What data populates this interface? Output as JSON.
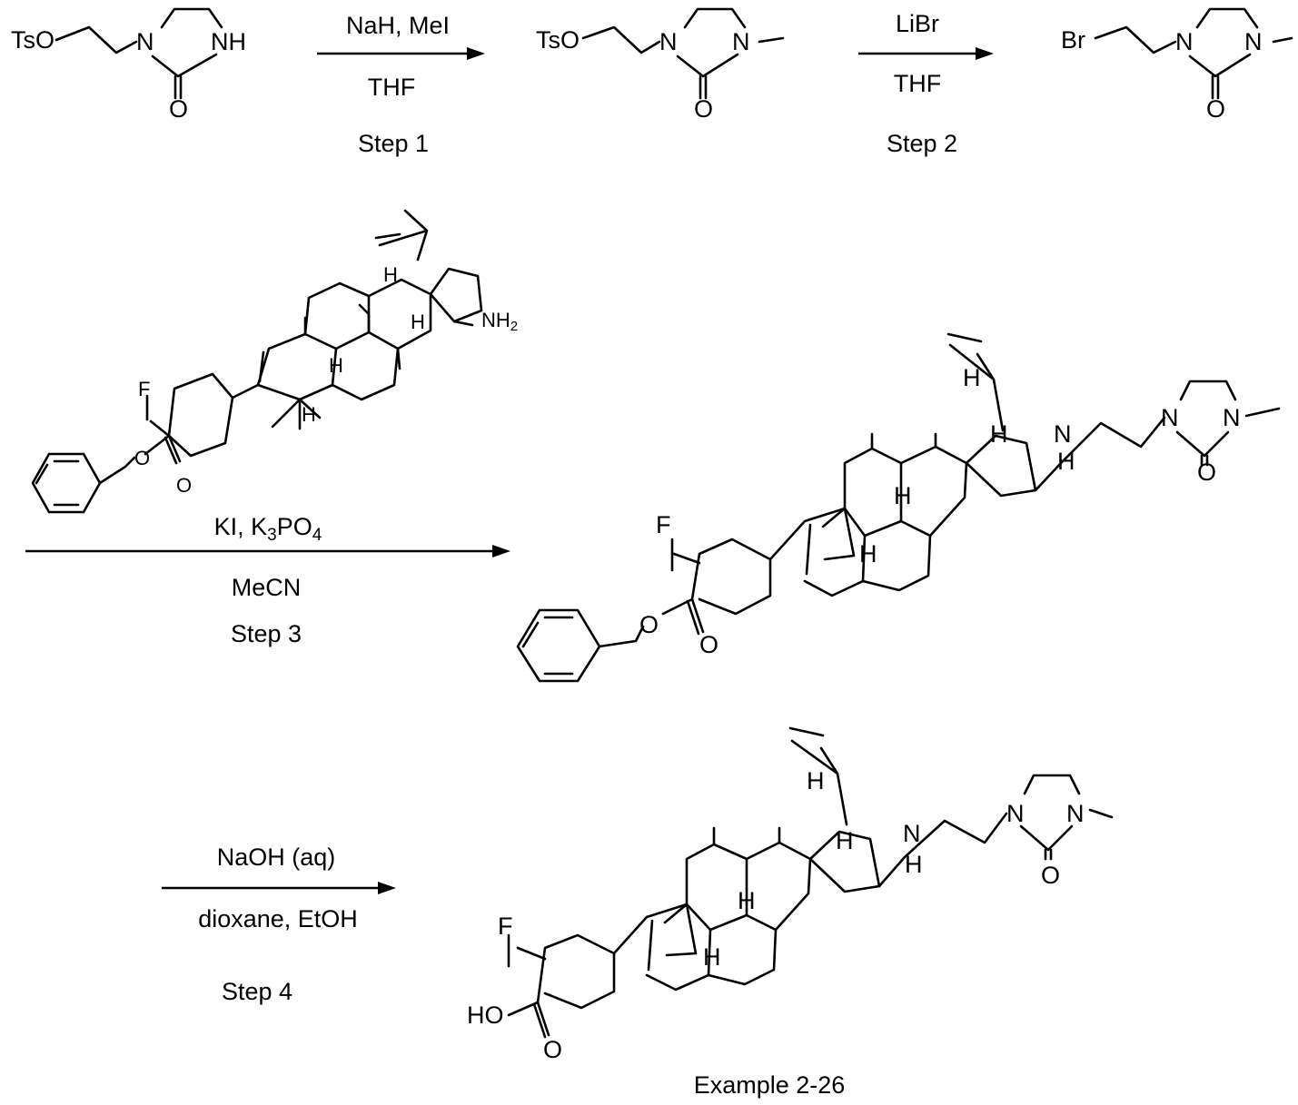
{
  "step1": {
    "reagent": "NaH, MeI",
    "solvent": "THF",
    "label": "Step 1"
  },
  "step2": {
    "reagent": "LiBr",
    "solvent": "THF",
    "label": "Step 2"
  },
  "step3": {
    "reagent_a": "KI, K",
    "reagent_sub1": "3",
    "reagent_b": "PO",
    "reagent_sub2": "4",
    "solvent": "MeCN",
    "label": "Step 3"
  },
  "step4": {
    "reagent": "NaOH (aq)",
    "solvent": "dioxane, EtOH",
    "label": "Step 4"
  },
  "compounds": {
    "start": {
      "tso": "TsO",
      "n": "N",
      "nh": "NH",
      "o": "O"
    },
    "intermediate1": {
      "tso": "TsO",
      "n1": "N",
      "n2": "N",
      "o": "O"
    },
    "intermediate2": {
      "br": "Br",
      "n1": "N",
      "n2": "N",
      "o": "O"
    },
    "amine": {
      "nh2": "NH",
      "nh2_sub": "2",
      "f": "F",
      "o1": "O",
      "o2": "O",
      "h1": "H",
      "h2": "H",
      "h3": "H",
      "h4": "H"
    },
    "ester": {
      "f": "F",
      "o1": "O",
      "o2": "O",
      "nh_n": "N",
      "nh_h": "H",
      "n1": "N",
      "n2": "N",
      "o3": "O",
      "h1": "H",
      "h2": "H",
      "h3": "H",
      "h4": "H"
    },
    "product": {
      "f": "F",
      "ho": "HO",
      "o1": "O",
      "nh_n": "N",
      "nh_h": "H",
      "n1": "N",
      "n2": "N",
      "o2": "O",
      "h1": "H",
      "h2": "H",
      "h3": "H",
      "h4": "H"
    }
  },
  "product_label": "Example 2-26"
}
